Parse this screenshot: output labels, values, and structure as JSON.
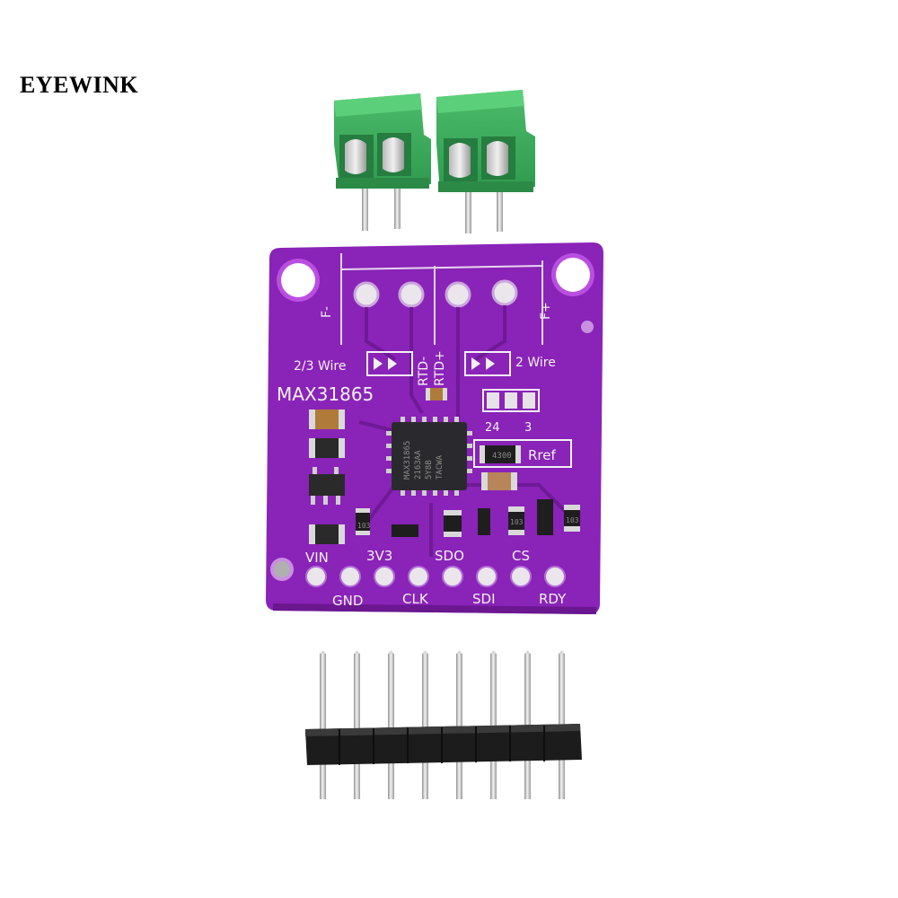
{
  "brand": {
    "text": "EYEWINK"
  },
  "board": {
    "chip_label": "MAX31865",
    "label_f_minus": "F-",
    "label_f_plus": "F+",
    "label_rtd_minus": "RTD-",
    "label_rtd_plus": "RTD+",
    "label_two_three_wire": "2/3 Wire",
    "label_two_wire": "2 Wire",
    "label_jumper_24": "24",
    "label_jumper_3": "3",
    "label_rref": "Rref",
    "chip_marking": [
      "MAX31865",
      "2163AA",
      "5Y8B",
      "TACWA"
    ],
    "resistor_codes": {
      "rref": "4300",
      "r3": "103",
      "r4": "103",
      "r5": "103"
    },
    "pins_top": [
      "VIN",
      "3V3",
      "SDO",
      "CS"
    ],
    "pins_bottom": [
      "GND",
      "CLK",
      "SDI",
      "RDY"
    ],
    "colors": {
      "pcb": "#8a23b8",
      "silkscreen": "#f2f2f2",
      "pad": "#e9e6ea"
    }
  },
  "accessories": {
    "terminal_blocks": 2,
    "terminal_color": "#37a858",
    "header_pins": 8
  }
}
